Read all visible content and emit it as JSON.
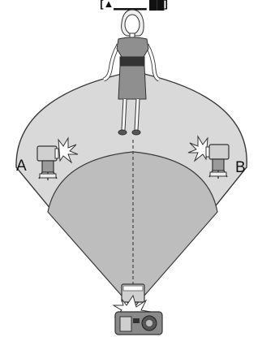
{
  "header": {
    "text": "[▲▁▁▁▁ ██]"
  },
  "labels": {
    "left": "A",
    "right": "B"
  },
  "colors": {
    "outer_fan": "#d9d9d9",
    "inner_fan": "#bdbdbd",
    "outline": "#3a3a3a",
    "dress": "#8f8f8f",
    "belt": "#333333",
    "flash": "#d0d0d0"
  },
  "icons": {
    "subject": "woman-figure",
    "flash_left": "speedlite-flash-icon",
    "flash_right": "speedlite-flash-icon",
    "camera": "camera-with-flash-icon"
  }
}
